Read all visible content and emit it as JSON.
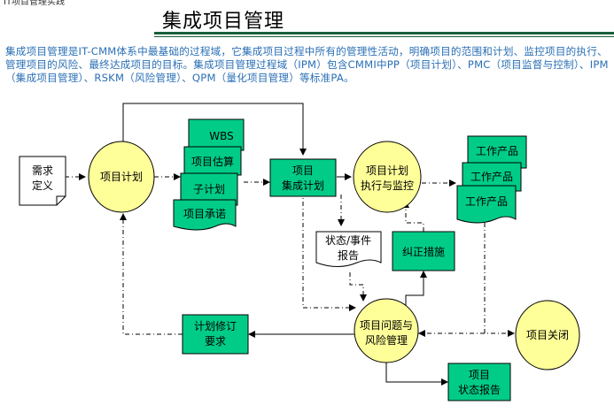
{
  "header": {
    "breadcrumb": "IT项目管理实践",
    "title": "集成项目管理"
  },
  "intro": "集成项目管理是IT-CMM体系中最基础的过程域，它集成项目过程中所有的管理性活动，明确项目的范围和计划、监控项目的执行、管理项目的风险、最终达成项目的目标。集成项目管理过程域（IPM）包含CMMI中PP（项目计划）、PMC（项目监督与控制）、IPM（集成项目管理）、RSKM（风险管理）、QPM（量化项目管理）等标准PA。",
  "colors": {
    "green_box": "#00cc88",
    "yellow_circle": "#ffff99",
    "intro_text": "#2a6fb5",
    "title_rule": "#1a5e3c"
  },
  "diagram": {
    "requirement_doc": [
      "需求",
      "定义"
    ],
    "project_plan": "项目计划",
    "plan_outputs": [
      "WBS",
      "项目估算",
      "子计划",
      "项目承诺"
    ],
    "integrated_plan": [
      "项目",
      "集成计划"
    ],
    "execute_monitor": [
      "项目计划",
      "执行与监控"
    ],
    "work_products": [
      "工作产品",
      "工作产品",
      "工作产品"
    ],
    "status_report_event": [
      "状态/事件",
      "报告"
    ],
    "corrective_action": "纠正措施",
    "issue_risk": [
      "项目问题与",
      "风险管理"
    ],
    "plan_change_request": [
      "计划修订",
      "要求"
    ],
    "project_close": "项目关闭",
    "project_status_report": [
      "项目",
      "状态报告"
    ]
  }
}
